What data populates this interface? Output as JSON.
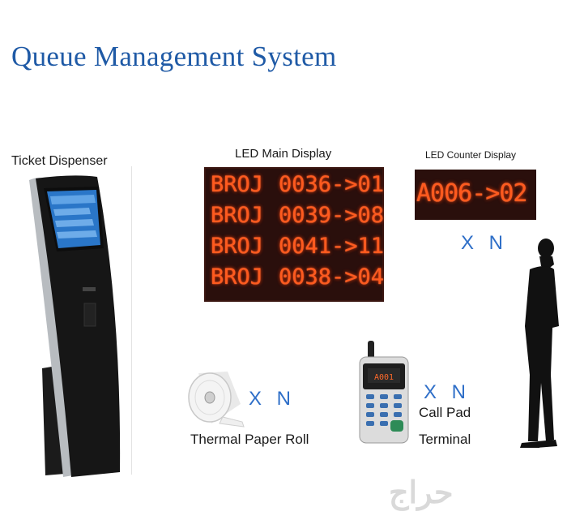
{
  "header": {
    "title": "Queue Management System"
  },
  "dispenser": {
    "label": "Ticket Dispenser"
  },
  "main_display": {
    "label": "LED Main Display",
    "rows": [
      {
        "code": "BROJ",
        "number": "0036->01"
      },
      {
        "code": "BROJ",
        "number": "0039->08"
      },
      {
        "code": "BROJ",
        "number": "0041->11"
      },
      {
        "code": "BROJ",
        "number": "0038->04"
      }
    ]
  },
  "counter_display": {
    "label": "LED Counter Display",
    "text": "A006->02",
    "multiplier": "X N"
  },
  "paper_roll": {
    "label": "Thermal Paper Roll",
    "multiplier": "X N"
  },
  "call_pad": {
    "label_line1": "Call Pad",
    "label_line2": "Terminal",
    "multiplier": "X N",
    "screen_text": "A001"
  },
  "watermark": {
    "text": "حراج"
  },
  "colors": {
    "title": "#1f5aa6",
    "multiplier": "#2f6fc8",
    "led": "#ff5a1e",
    "led_bg": "#2a0f0c"
  }
}
